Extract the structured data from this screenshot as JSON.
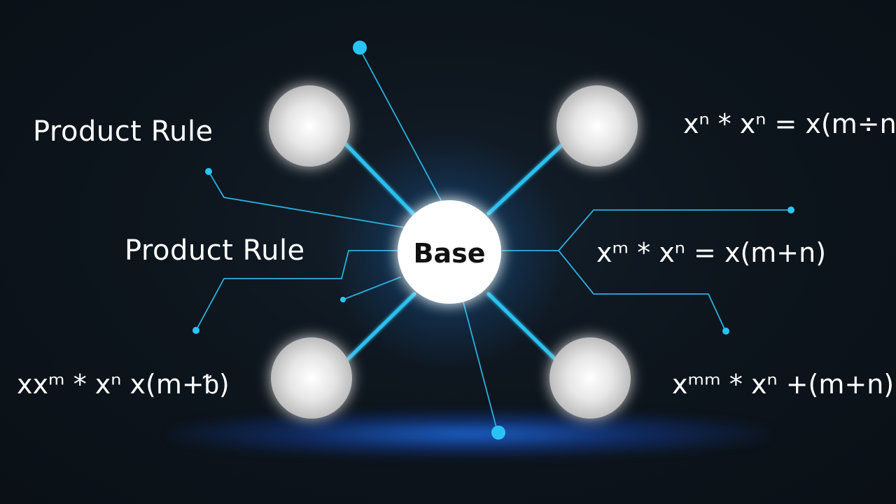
{
  "diagram": {
    "center": {
      "label": "Base"
    },
    "labels": {
      "product_rule_top": "Product Rule",
      "product_rule_mid": "Product Rule",
      "formula_top_right": "xⁿ * xⁿ = x(m÷n",
      "formula_mid_right": "xᵐ * xⁿ = x(m+n)",
      "formula_bottom_left": "xxᵐ * xⁿ x(m+ᵬ)",
      "formula_bottom_right": "xᵐᵐ * xⁿ +(m+n)"
    },
    "colors": {
      "background": "#0d151d",
      "connector": "#29b6e8",
      "center_glow": "#1e8fd6",
      "node": "#e8e8e8",
      "floor_glow": "#1e6ee6"
    }
  }
}
